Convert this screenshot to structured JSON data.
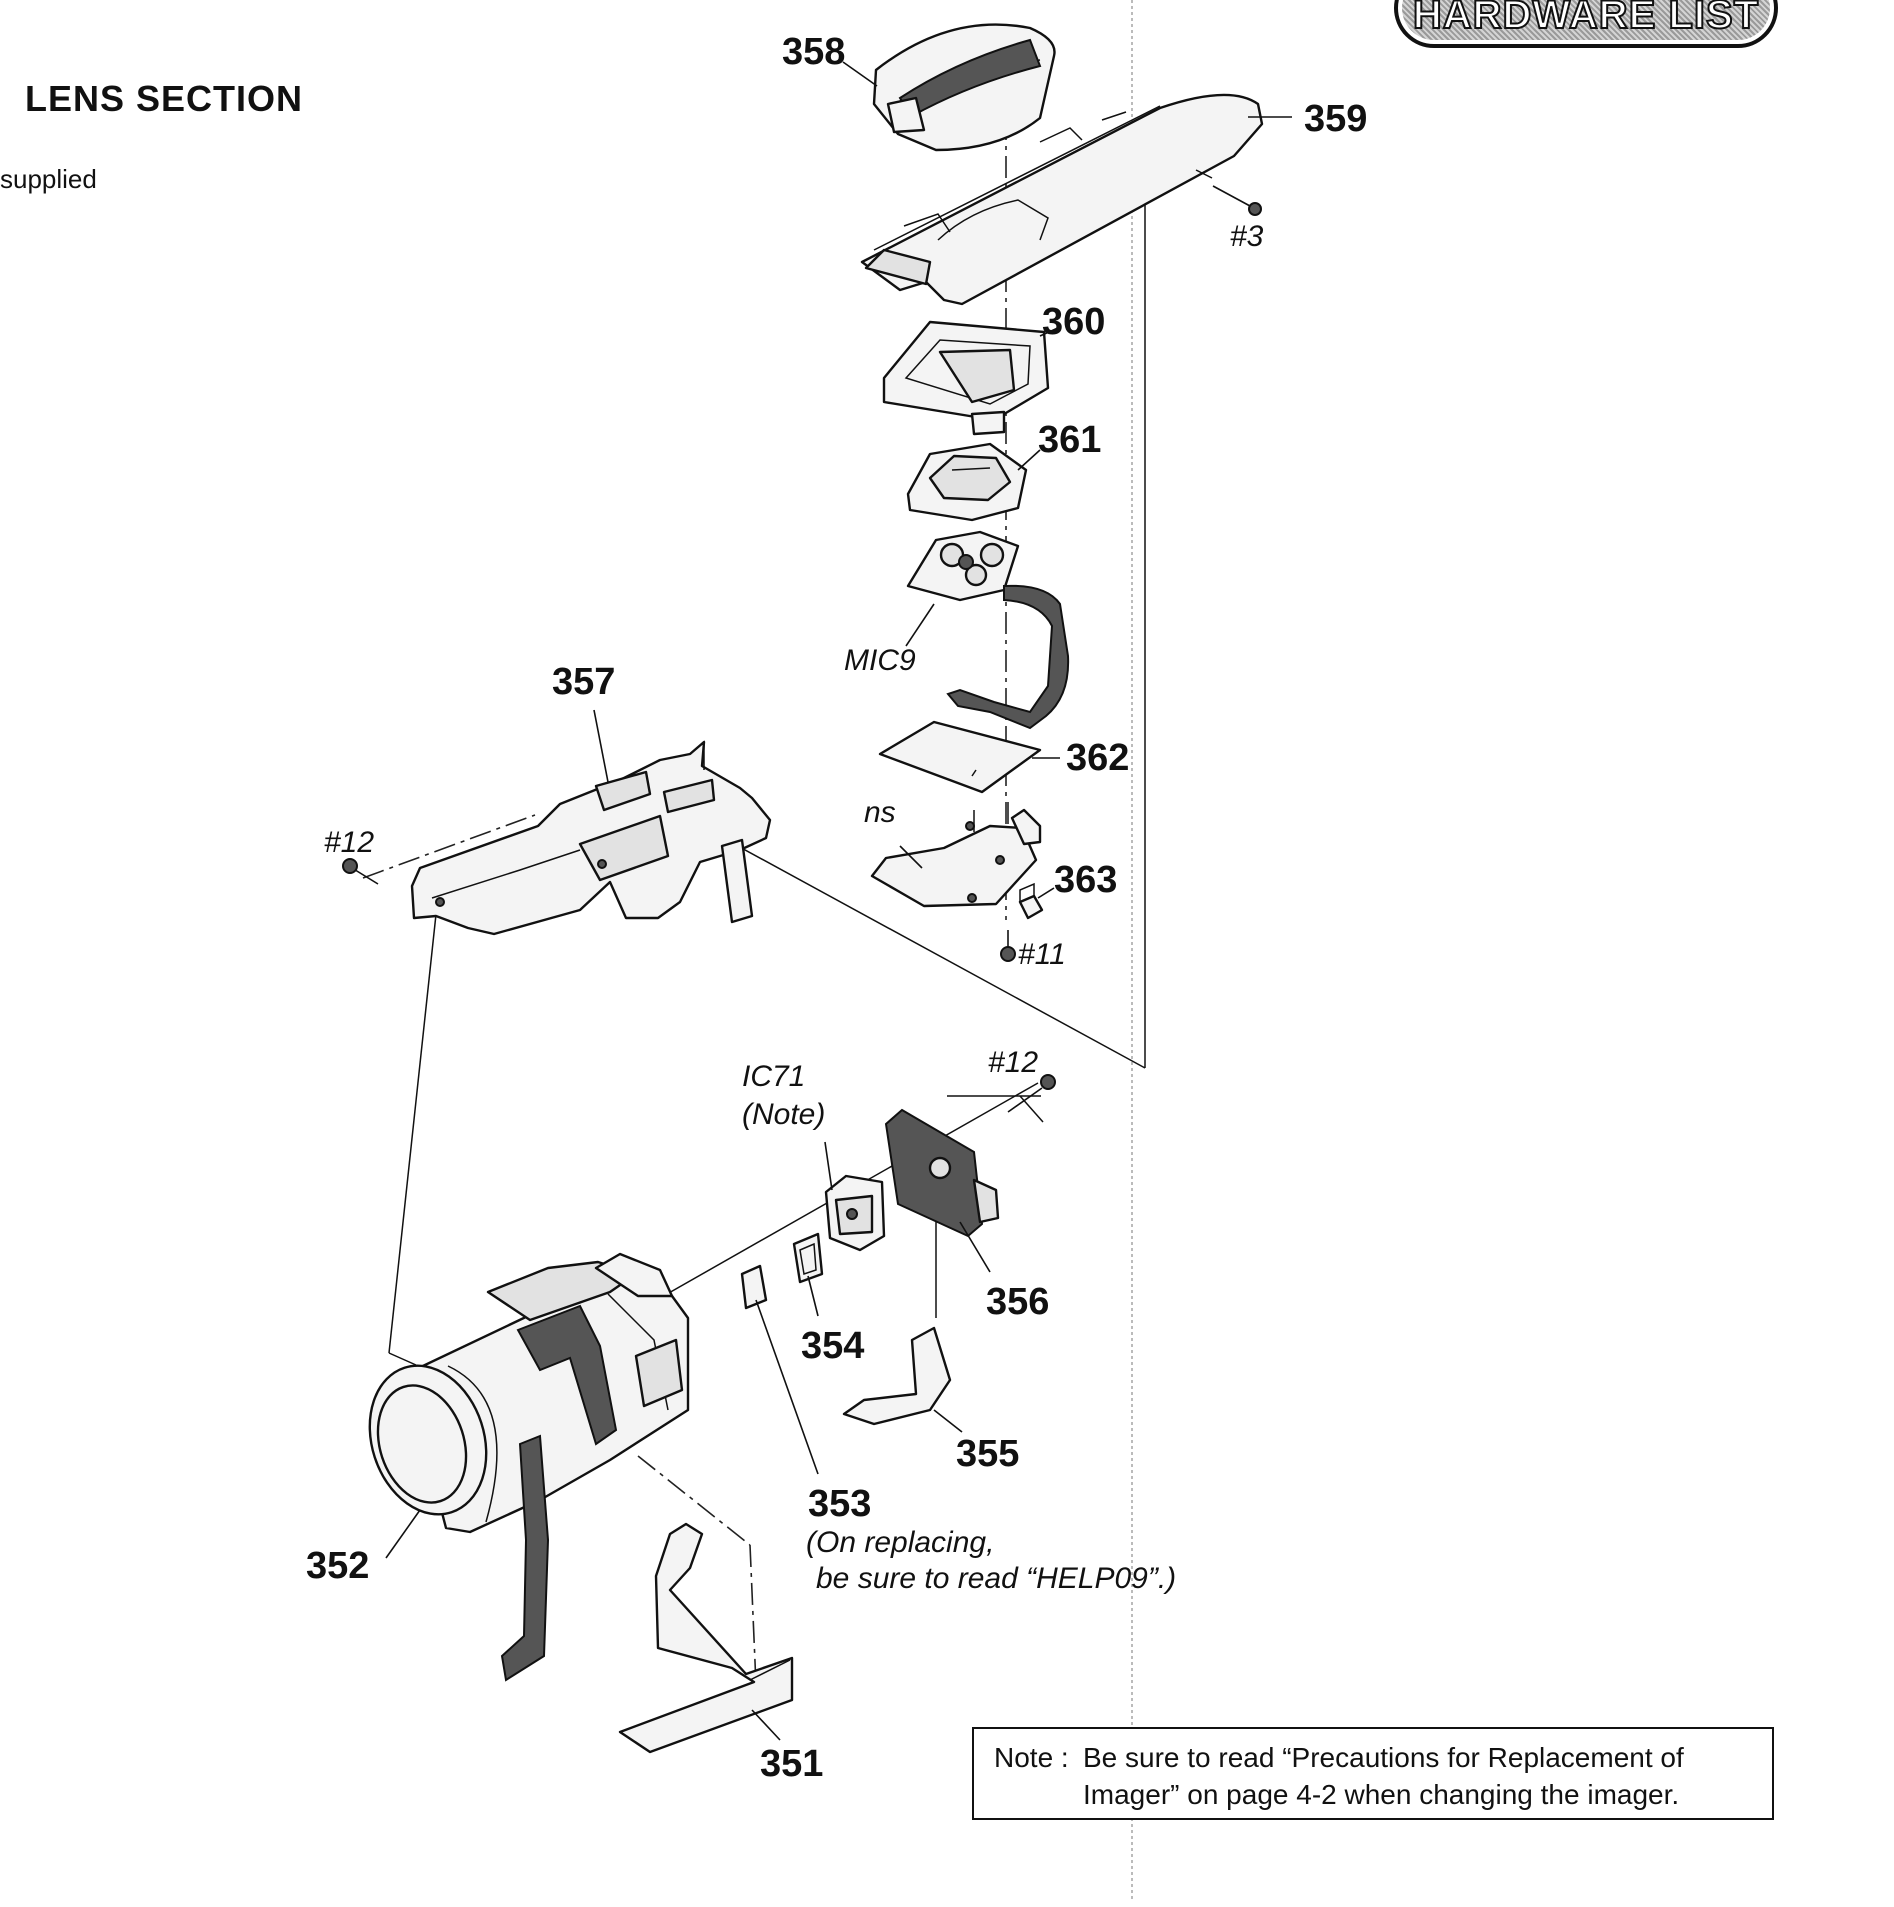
{
  "header": {
    "section_title": "LENS SECTION",
    "supplied_text": "supplied",
    "hardware_list_label": "HARDWARE LIST"
  },
  "parts": [
    {
      "id": "p351",
      "label": "351"
    },
    {
      "id": "p352",
      "label": "352"
    },
    {
      "id": "p353",
      "label": "353"
    },
    {
      "id": "p354",
      "label": "354"
    },
    {
      "id": "p355",
      "label": "355"
    },
    {
      "id": "p356",
      "label": "356"
    },
    {
      "id": "p357",
      "label": "357"
    },
    {
      "id": "p358",
      "label": "358"
    },
    {
      "id": "p359",
      "label": "359"
    },
    {
      "id": "p360",
      "label": "360"
    },
    {
      "id": "p361",
      "label": "361"
    },
    {
      "id": "p362",
      "label": "362"
    },
    {
      "id": "p363",
      "label": "363"
    }
  ],
  "references": {
    "screw_3": "#3",
    "screw_11": "#11",
    "screw_12_upper": "#12",
    "screw_12_lower": "#12",
    "mic9": "MIC9",
    "ns": "ns",
    "ic71_line1": "IC71",
    "ic71_line2": "(Note)"
  },
  "replace_note": {
    "line1": "(On replacing,",
    "line2": "be sure to read “HELP09”.)"
  },
  "note": {
    "prefix": "Note :",
    "line1": "Be sure to read “Precautions for Replacement of",
    "line2": "Imager” on page 4-2 when changing the imager."
  }
}
